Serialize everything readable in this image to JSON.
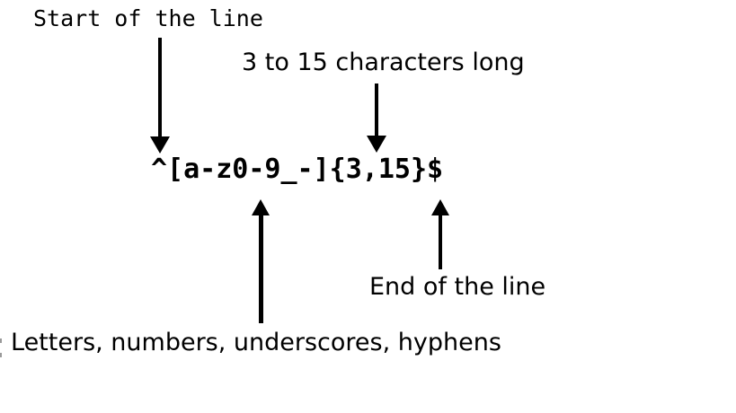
{
  "diagram": {
    "regex_pattern": "^[a-z0-9_-]{3,15}$",
    "labels": {
      "start_of_line": "Start of the line",
      "length": "3 to 15 characters long",
      "end_of_line": "End of the line",
      "character_class": "Letters, numbers, underscores, hyphens"
    },
    "colors": {
      "ink": "#000000",
      "background": "#ffffff"
    }
  }
}
